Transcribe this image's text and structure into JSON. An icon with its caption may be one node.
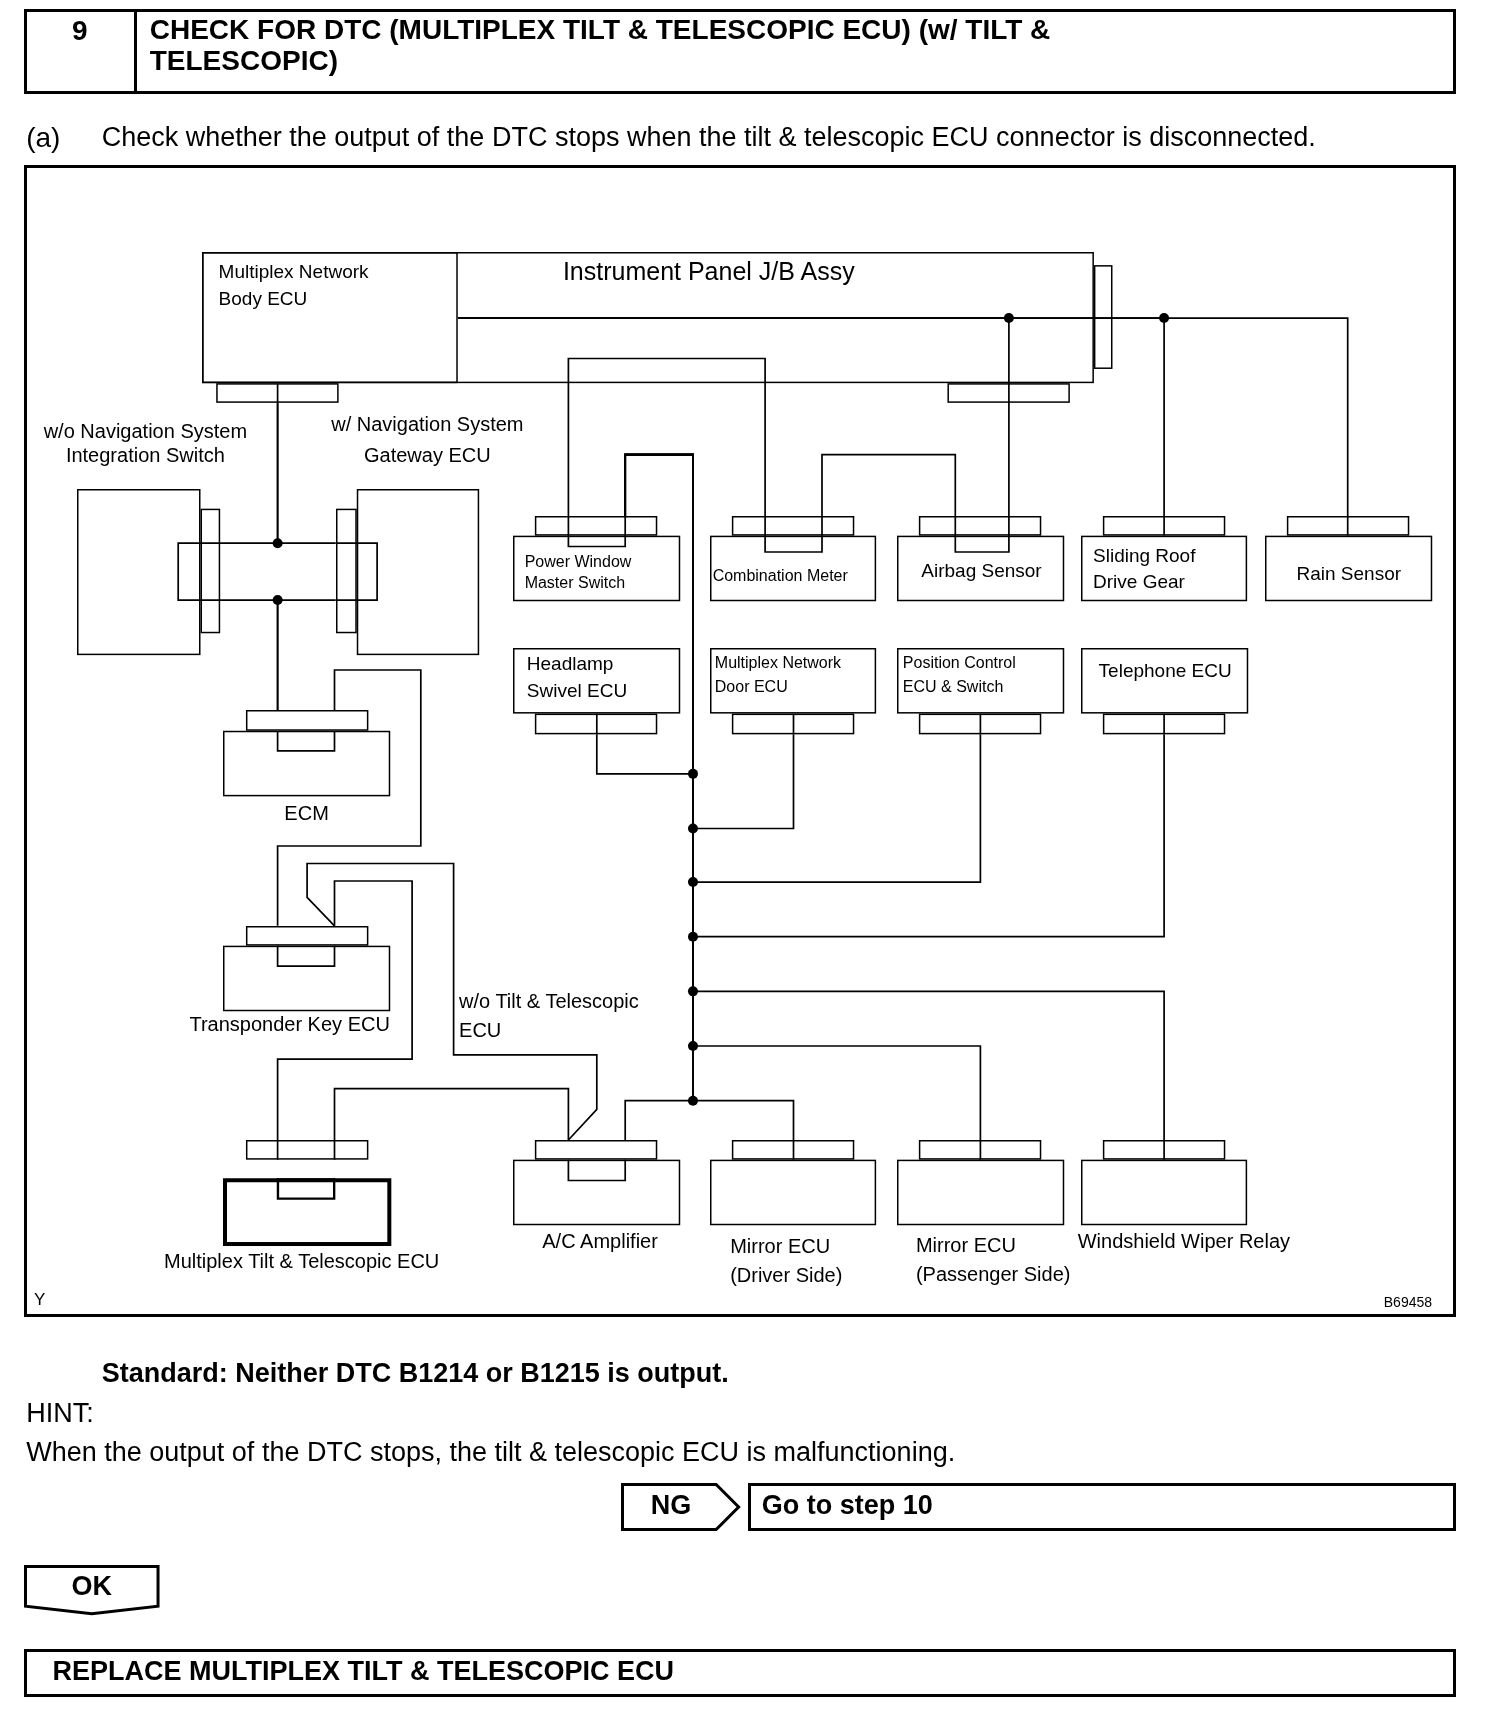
{
  "diagram": {
    "title": "CHECK FOR DTC (MULTIPLEX TILT & TELESCOPIC ECU) (w/ TILT & TELESCOPIC)",
    "nodes": [
      {
        "text": [
          "Instrument Panel J/B Assy"
        ]
      },
      {
        "text": [
          "Multiplex Network Body ECU"
        ],
        "in": 0
      },
      {
        "text": [
          "w/o Navigation System",
          "Integration Switch"
        ]
      },
      {
        "text": [
          "w/ Navigation System",
          "Gateway ECU"
        ]
      },
      {
        "text": [
          "Power Window Master Switch"
        ]
      },
      {
        "text": [
          "Combination Meter"
        ]
      },
      {
        "text": [
          "Airbag Sensor"
        ]
      },
      {
        "text": [
          "Sliding Roof Drive Gear"
        ]
      },
      {
        "text": [
          "Rain Sensor"
        ]
      },
      {
        "text": [
          "Headlamp Swivel ECU"
        ]
      },
      {
        "text": [
          "Multiplex Network Door ECU"
        ]
      },
      {
        "text": [
          "Position Control ECU & Switch"
        ]
      },
      {
        "text": [
          "Telephone ECU"
        ]
      },
      {
        "text": [
          "ECM"
        ]
      },
      {
        "text": [
          "Transponder Key ECU"
        ]
      },
      {
        "text": [
          "Multiplex Tilt & Telescopic ECU"
        ]
      },
      {
        "text": [
          "A/C Amplifier"
        ]
      },
      {
        "text": [
          "Mirror ECU (Driver Side)"
        ]
      },
      {
        "text": [
          "Mirror ECU (Passenger Side)"
        ]
      },
      {
        "text": [
          "Windshield Wiper Relay"
        ]
      },
      {
        "text": [
          "NG"
        ]
      },
      {
        "text": [
          "Go to step 10"
        ]
      },
      {
        "text": [
          "OK"
        ]
      },
      {
        "text": [
          "REPLACE MULTIPLEX TILT & TELESCOPIC ECU"
        ]
      }
    ],
    "edges": [
      {
        "from": 1,
        "to": 2,
        "arrow": "none"
      },
      {
        "from": 1,
        "to": 3,
        "arrow": "none"
      },
      {
        "from": 2,
        "to": 13,
        "arrow": "none"
      },
      {
        "from": 3,
        "to": 13,
        "arrow": "none"
      },
      {
        "from": 13,
        "to": 14,
        "arrow": "none"
      },
      {
        "from": 14,
        "to": 15,
        "arrow": "none"
      },
      {
        "from": 15,
        "to": 16,
        "arrow": "none"
      },
      {
        "from": 16,
        "to": 4,
        "arrow": "none"
      },
      {
        "from": 9,
        "to": 4,
        "arrow": "none"
      },
      {
        "from": 10,
        "to": 4,
        "arrow": "none"
      },
      {
        "from": 11,
        "to": 4,
        "arrow": "none"
      },
      {
        "from": 12,
        "to": 4,
        "arrow": "none"
      },
      {
        "from": 19,
        "to": 4,
        "arrow": "none"
      },
      {
        "from": 18,
        "to": 4,
        "arrow": "none"
      },
      {
        "from": 17,
        "to": 4,
        "arrow": "none"
      },
      {
        "from": 4,
        "to": 5,
        "arrow": "none"
      },
      {
        "from": 5,
        "to": 6,
        "arrow": "none"
      },
      {
        "from": 1,
        "to": 6,
        "arrow": "none"
      },
      {
        "from": 1,
        "to": 7,
        "arrow": "none"
      },
      {
        "from": 1,
        "to": 8,
        "arrow": "none"
      },
      {
        "from": 14,
        "to": 16,
        "arrow": "none",
        "label": "w/o Tilt & Telescopic ECU"
      }
    ],
    "labels": [
      "9",
      "(a)",
      "Check whether the output of the DTC stops when the tilt & telescopic ECU connector is disconnected.",
      "Y",
      "B69458",
      "Standard: Neither DTC B1214 or B1215 is output.",
      "HINT:",
      "When the output of the DTC stops, the tilt & telescopic ECU is malfunctioning."
    ]
  }
}
